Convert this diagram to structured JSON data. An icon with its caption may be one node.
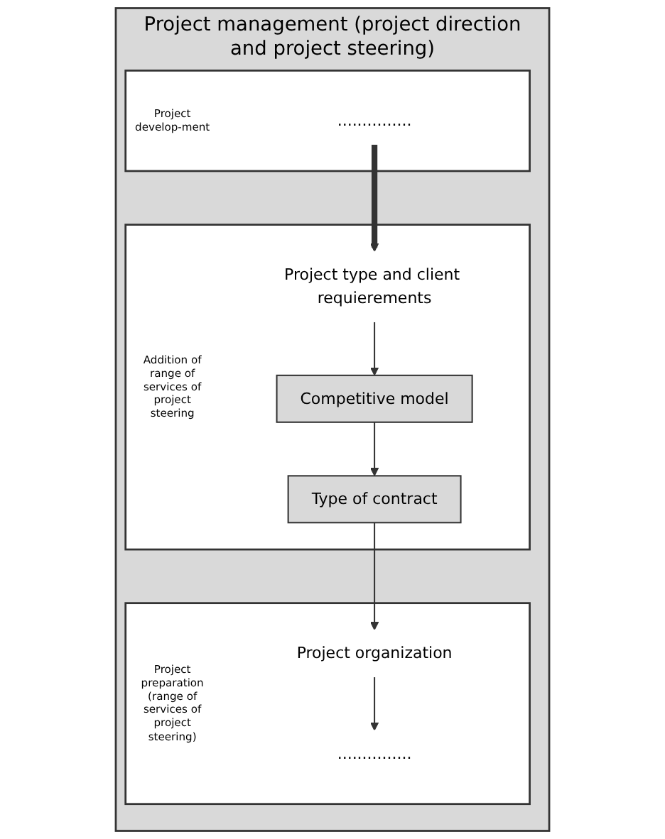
{
  "diagram": {
    "nodes": [
      {
        "text": [
          "Project management (project direction and project steering)"
        ]
      },
      {
        "text": [
          "Project develop-ment"
        ],
        "in": 0
      },
      {
        "text": [
          "..............."
        ],
        "in": 1
      },
      {
        "text": [
          "Addition of range of services of project steering"
        ],
        "in": 0
      },
      {
        "text": [
          "Project type and client requierements"
        ],
        "in": 3
      },
      {
        "text": [
          "Competitive model"
        ],
        "in": 3
      },
      {
        "text": [
          "Type of contract"
        ],
        "in": 3
      },
      {
        "text": [
          "Project preparation (range of services of project steering)"
        ],
        "in": 0
      },
      {
        "text": [
          "Project organization"
        ],
        "in": 7
      },
      {
        "text": [
          "..............."
        ],
        "in": 7
      }
    ],
    "edges": [
      {
        "from": 2,
        "to": 4,
        "arrow": "to",
        "style": "thick"
      },
      {
        "from": 4,
        "to": 5,
        "arrow": "to"
      },
      {
        "from": 5,
        "to": 6,
        "arrow": "to"
      },
      {
        "from": 6,
        "to": 8,
        "arrow": "to"
      },
      {
        "from": 8,
        "to": 9,
        "arrow": "to"
      }
    ]
  }
}
